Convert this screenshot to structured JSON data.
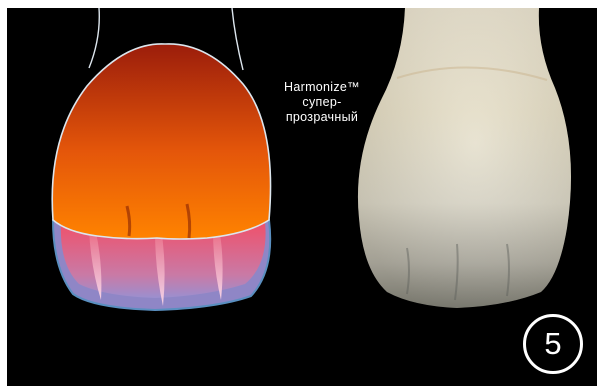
{
  "caption": {
    "line1": "Harmonize™",
    "line2": "супер-",
    "line3": "прозрачный"
  },
  "step": {
    "number": "5"
  },
  "colors": {
    "background": "#000000",
    "dentin_top": "#a8200c",
    "dentin_bottom": "#ff7a00",
    "enamel_layer": "#ef5d72",
    "translucent_layer": "#8e87c8",
    "outline": "#dbe6ef",
    "tooth_photo": "#e7dfc8"
  },
  "icons": {
    "diagram": "tooth-layering-diagram",
    "photo": "restored-tooth-photo"
  }
}
